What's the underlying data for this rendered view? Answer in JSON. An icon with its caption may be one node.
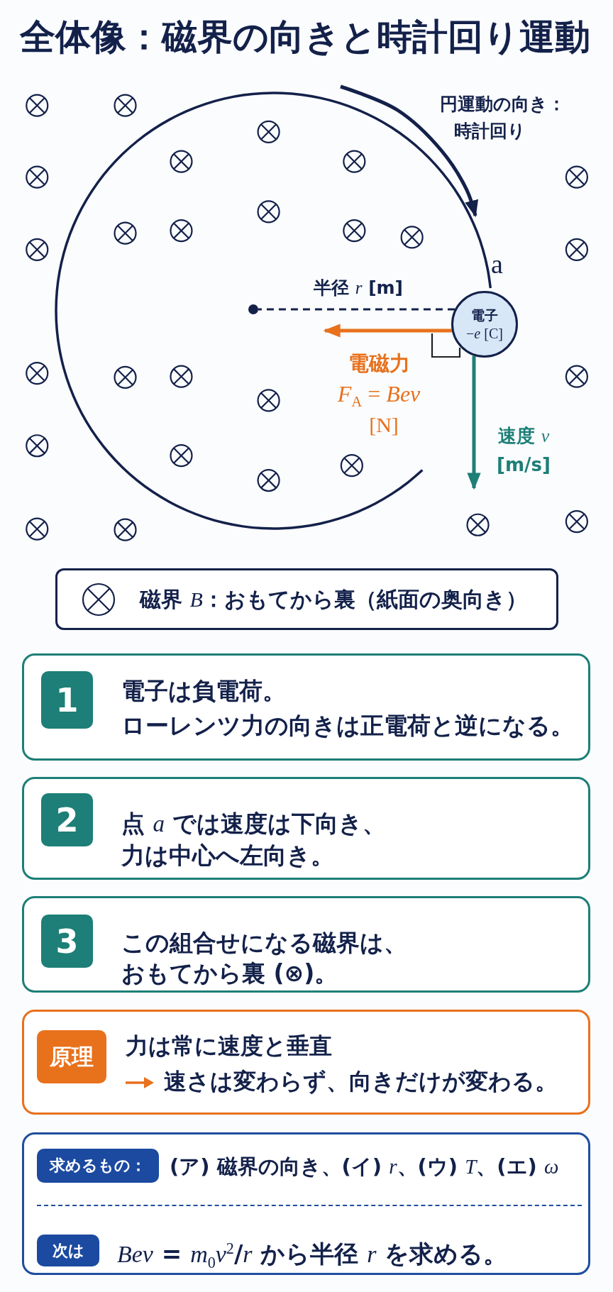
{
  "diagram": {
    "title": "全体像：磁界の向きと時計回り運動",
    "nodes": [
      {
        "text": [],
        "shape": "circle"
      },
      {
        "text": [
          "電子",
          "−*e* [C]"
        ],
        "beside": [
          "a"
        ]
      },
      {
        "text": [
          "電子は負電荷。",
          "ローレンツ力の向きは正電荷と逆になる。"
        ]
      },
      {
        "text": [
          "1"
        ],
        "in": 2
      },
      {
        "text": [
          "点 *a* では速度は下向き、",
          "力は中心へ左向き。"
        ]
      },
      {
        "text": [
          "2"
        ],
        "in": 4
      },
      {
        "text": [
          "この組合せになる磁界は、",
          "おもてから裏 (⊗)。"
        ]
      },
      {
        "text": [
          "3"
        ],
        "in": 6
      },
      {
        "text": [
          "力は常に速度と垂直",
          "速さは変わらず、向きだけが変わる。"
        ]
      },
      {
        "text": [
          "原理"
        ],
        "in": 8
      },
      {
        "text": [
          "(ア) 磁界の向き、(イ) *r*、(ウ) *T*、(エ) *ω*",
          "*Bev* = *m*$_{0}$*v*$^{2}$/*r* から半径 *r* を求める。"
        ]
      },
      {
        "text": [
          "求めるもの："
        ],
        "in": 10
      },
      {
        "text": [
          "次は"
        ],
        "in": 10
      }
    ],
    "edges": [
      {
        "from": 1,
        "to": 0,
        "arrow": "none",
        "style": "dashed",
        "label": "半径 *r* [m]"
      },
      {
        "from": 1,
        "to": null,
        "arrow": "to",
        "color": "#e8711c",
        "label": "電磁力"
      },
      {
        "from": 1,
        "to": null,
        "arrow": "to",
        "color": "#1d7f77",
        "label": "速度 *v* [m/s]"
      }
    ],
    "labels": [
      "円運動の向き：時計回り",
      "*F*$_{A}$ = *Bev*",
      "[N]"
    ],
    "legend": [
      {
        "text": "磁界 *B*：おもてから裏（紙面の奥向き）"
      }
    ]
  }
}
